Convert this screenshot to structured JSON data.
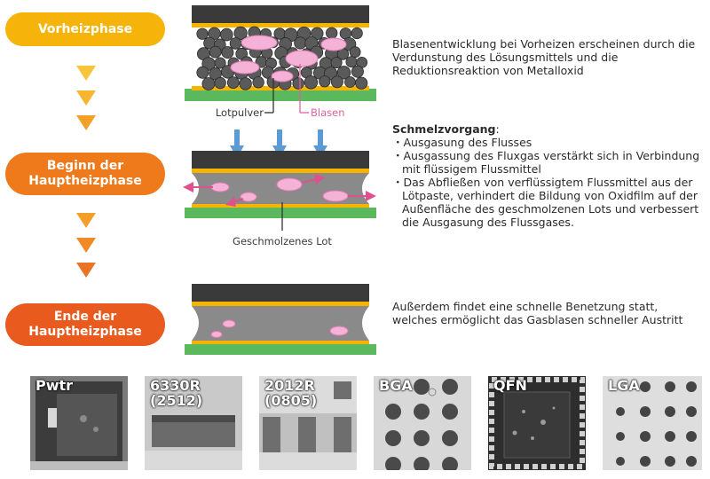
{
  "phases": {
    "preheat": "Vorheizphase",
    "main_start": "Beginn der\nHauptheizphase",
    "main_end": "Ende der\nHauptheizphase"
  },
  "labels": {
    "solder_powder": "Lotpulver",
    "bubbles": "Blasen",
    "molten_solder": "Geschmolzenes Lot"
  },
  "descriptions": {
    "preheat": "Blasenentwicklung bei Vorheizen erscheinen durch die Verdunstung des Lösungsmittels und die Reduktionsreaktion von Metalloxid",
    "melting": {
      "heading": "Schmelzvorgang",
      "heading_suffix": ":",
      "bullets": [
        "・Ausgasung des Flusses",
        "・Ausgassung des Fluxgas verstärkt sich in Verbindung mit flüssigem Flussmittel",
        "・Das Abfließen von verflüssigtem Flussmittel aus der Lötpaste, verhindert die Bildung von Oxidfilm auf der Außenfläche des geschmolzenen Lots und verbessert die Ausgasung des Flussgases."
      ]
    },
    "end": "Außerdem findet eine schnelle Benetzung statt, welches ermöglicht das Gasblasen schneller Austritt"
  },
  "xray": [
    "Pwtr",
    "6330R\n(2512)",
    "2012R\n(0805)",
    "BGA",
    "QFN",
    "LGA"
  ],
  "colors": {
    "preheat": "#f6b40a",
    "main_start": "#ee7a1c",
    "main_end": "#e85a1e",
    "pcb": "#5cb85c",
    "pad": "#f5b400",
    "component": "#3a3a3a",
    "bubble": "#f2a6cf",
    "arrow_blue": "#5b9bd5",
    "arrow_pink": "#e0508e"
  }
}
